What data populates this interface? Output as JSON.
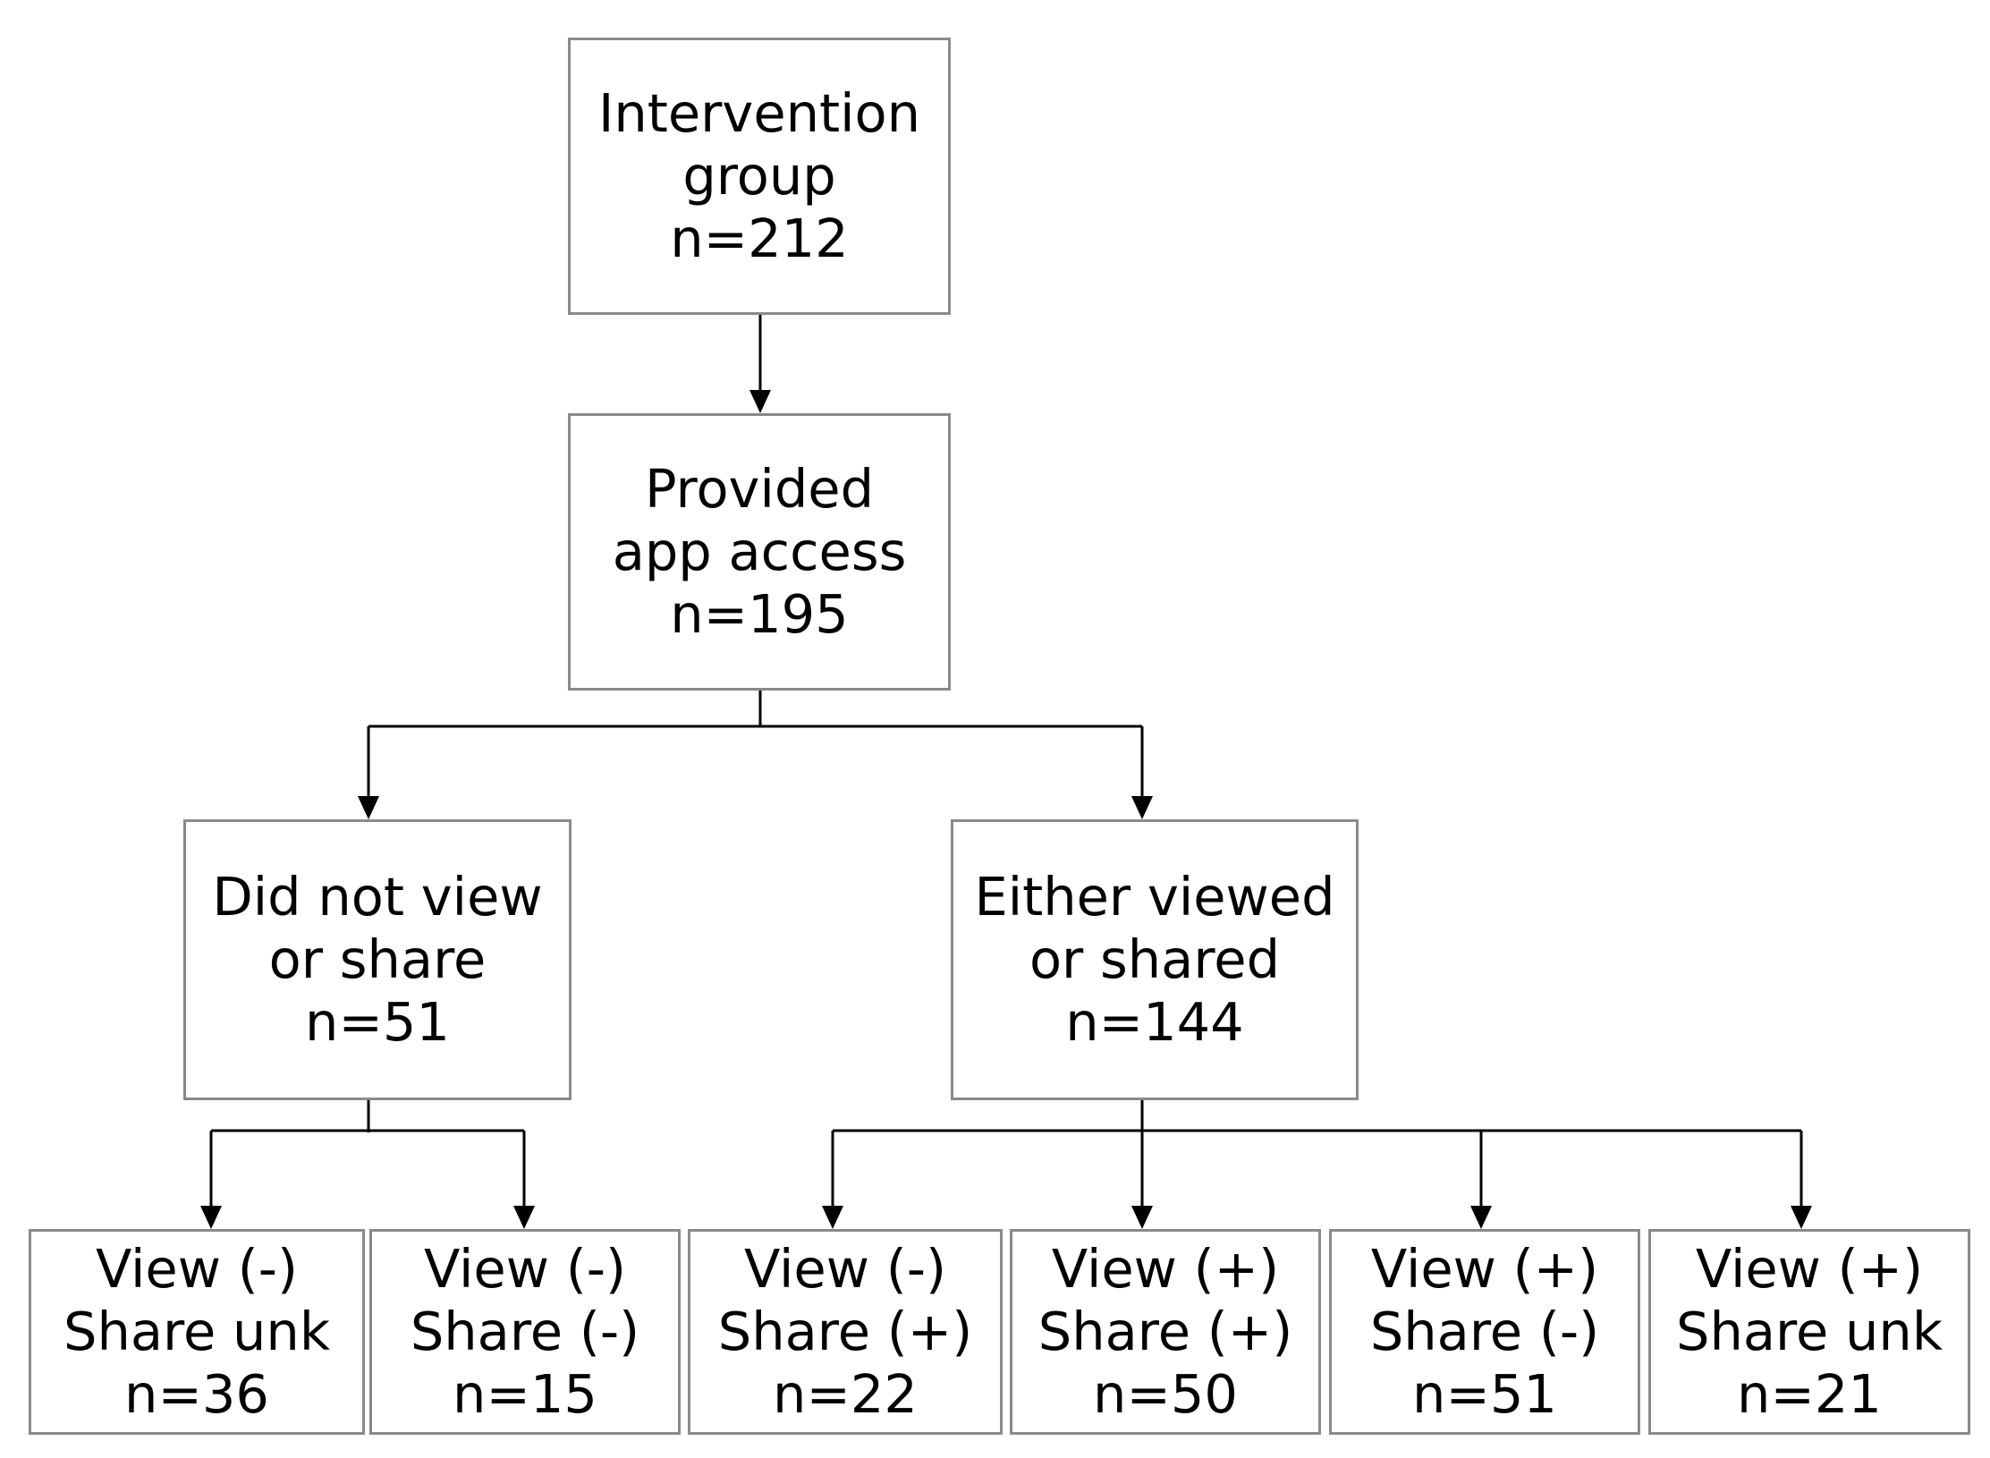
{
  "nodes": {
    "root": {
      "line1": "Intervention",
      "line2": "group",
      "line3": "n=212"
    },
    "app": {
      "line1": "Provided",
      "line2": "app access",
      "line3": "n=195"
    },
    "nov": {
      "line1": "Did not view",
      "line2": "or share",
      "line3": "n=51"
    },
    "vos": {
      "line1": "Either viewed",
      "line2": "or shared",
      "line3": "n=144"
    },
    "leaf1": {
      "line1": "View (-)",
      "line2": "Share unk",
      "line3": "n=36"
    },
    "leaf2": {
      "line1": "View (-)",
      "line2": "Share (-)",
      "line3": "n=15"
    },
    "leaf3": {
      "line1": "View (-)",
      "line2": "Share (+)",
      "line3": "n=22"
    },
    "leaf4": {
      "line1": "View (+)",
      "line2": "Share (+)",
      "line3": "n=50"
    },
    "leaf5": {
      "line1": "View (+)",
      "line2": "Share (-)",
      "line3": "n=51"
    },
    "leaf6": {
      "line1": "View (+)",
      "line2": "Share unk",
      "line3": "n=21"
    }
  },
  "colors": {
    "box_border": "#8a8a8a",
    "connector": "#000000",
    "text": "#000000",
    "background": "#ffffff"
  }
}
